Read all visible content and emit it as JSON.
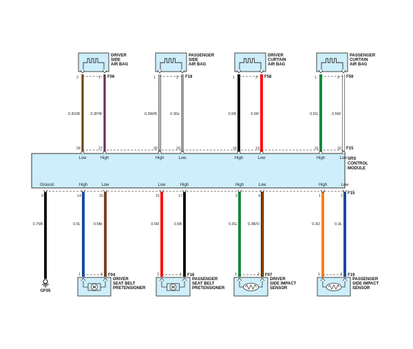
{
  "colors": {
    "module_fill": "#cdeefa",
    "box_stroke": "#333333",
    "orange": "#ff7f0e",
    "pink": "#e85fb8",
    "gray": "#9a9a9a",
    "black": "#111111",
    "red": "#ff1010",
    "green": "#128a3a",
    "blue": "#1a4aa0",
    "brown": "#7a4124"
  },
  "module": {
    "name_lines": [
      "SRS",
      "CONTROL",
      "MODULE"
    ],
    "top_connector": "F15",
    "bottom_connector": "F15"
  },
  "top_components": [
    {
      "name_lines": [
        "DRIVER",
        "SIDE",
        "AIR BAG"
      ],
      "connector": "F06",
      "type": "airbag",
      "wires": [
        {
          "comp_pin": "2",
          "module_pin": "28",
          "signal": "Low",
          "spec": "0.3O/B",
          "color": "orange",
          "stripe": "black"
        },
        {
          "comp_pin": "1",
          "module_pin": "27",
          "signal": "High",
          "spec": "0.3P/B",
          "color": "pink",
          "stripe": "black"
        }
      ]
    },
    {
      "name_lines": [
        "PASSENGER",
        "SIDE",
        "AIR BAG"
      ],
      "connector": "F18",
      "type": "airbag",
      "wires": [
        {
          "comp_pin": "1",
          "module_pin": "30",
          "signal": "High",
          "spec": "0.3W/B",
          "color": "white",
          "stripe": "black"
        },
        {
          "comp_pin": "2",
          "module_pin": "29",
          "signal": "Low",
          "spec": "0.3Gr",
          "color": "gray",
          "stripe": ""
        }
      ]
    },
    {
      "name_lines": [
        "DRIVER",
        "CURTAIN",
        "AIR BAG"
      ],
      "connector": "F58",
      "type": "airbag",
      "wires": [
        {
          "comp_pin": "1",
          "module_pin": "18",
          "signal": "High",
          "spec": "0.5B",
          "color": "black",
          "stripe": ""
        },
        {
          "comp_pin": "2",
          "module_pin": "19",
          "signal": "Low",
          "spec": "0.5R",
          "color": "red",
          "stripe": ""
        }
      ]
    },
    {
      "name_lines": [
        "PASSENGER",
        "CURTAIN",
        "AIR BAG"
      ],
      "connector": "F59",
      "type": "airbag",
      "wires": [
        {
          "comp_pin": "1",
          "module_pin": "31",
          "signal": "High",
          "spec": "0.5G",
          "color": "green",
          "stripe": ""
        },
        {
          "comp_pin": "2",
          "module_pin": "32",
          "signal": "Low",
          "spec": "0.5W",
          "color": "white",
          "stripe": ""
        }
      ]
    }
  ],
  "ground": {
    "module_pin": "9",
    "signal": "Ground",
    "spec": "0.75B",
    "color": "black",
    "label": "GF05"
  },
  "bottom_components": [
    {
      "name_lines": [
        "DRIVER",
        "SEAT BELT",
        "PRETENSIONER"
      ],
      "connector": "F04",
      "type": "motor",
      "symbol": "M",
      "wires": [
        {
          "comp_pin": "1",
          "module_pin": "14",
          "signal": "High",
          "spec": "0.5L",
          "color": "blue",
          "stripe": ""
        },
        {
          "comp_pin": "2",
          "module_pin": "15",
          "signal": "Low",
          "spec": "0.5Br",
          "color": "brown",
          "stripe": ""
        }
      ]
    },
    {
      "name_lines": [
        "PASSENGER",
        "SEAT BELT",
        "PRETENSIONER"
      ],
      "connector": "F16",
      "type": "motor",
      "symbol": "M",
      "wires": [
        {
          "comp_pin": "2",
          "module_pin": "16",
          "signal": "Low",
          "spec": "0.5R",
          "color": "red",
          "stripe": ""
        },
        {
          "comp_pin": "1",
          "module_pin": "17",
          "signal": "High",
          "spec": "0.5B",
          "color": "black",
          "stripe": ""
        }
      ]
    },
    {
      "name_lines": [
        "DRIVER",
        "SIDE IMPACT",
        "SENSOR"
      ],
      "connector": "F07",
      "type": "sensor",
      "wires": [
        {
          "comp_pin": "1",
          "module_pin": "3",
          "signal": "High",
          "spec": "0.3G",
          "color": "green",
          "stripe": ""
        },
        {
          "comp_pin": "2",
          "module_pin": "4",
          "signal": "Low",
          "spec": "0.3B/O",
          "color": "black",
          "stripe": "orange"
        }
      ]
    },
    {
      "name_lines": [
        "PASSENGER",
        "SIDE IMPACT",
        "SENSOR"
      ],
      "connector": "F19",
      "type": "sensor",
      "wires": [
        {
          "comp_pin": "1",
          "module_pin": "1",
          "signal": "High",
          "spec": "0.3O",
          "color": "orange",
          "stripe": ""
        },
        {
          "comp_pin": "2",
          "module_pin": "2",
          "signal": "Low",
          "spec": "0.3L",
          "color": "blue",
          "stripe": ""
        }
      ]
    }
  ]
}
